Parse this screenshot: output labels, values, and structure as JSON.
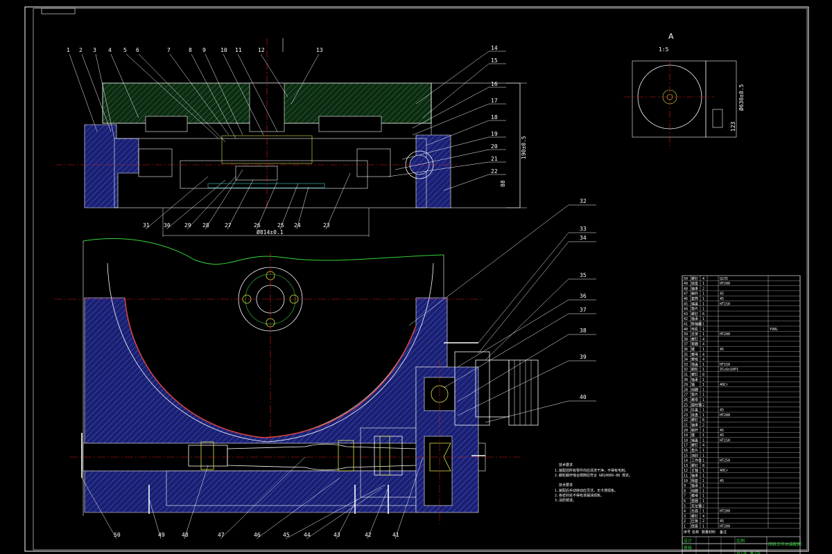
{
  "view_a": {
    "letter": "A",
    "scale": "1:5"
  },
  "dims": {
    "bore": "Ø814±0.1",
    "height": "190±0.5",
    "side": "88",
    "a_dim": "Ø630±0.5",
    "a_side": "123"
  },
  "top_callouts": [
    "1",
    "2",
    "3",
    "4",
    "5",
    "6",
    "7",
    "8",
    "9",
    "10",
    "11",
    "12",
    "13"
  ],
  "right_callouts": [
    "14",
    "15",
    "16",
    "17",
    "18",
    "19",
    "20",
    "21",
    "22"
  ],
  "bottom_callouts_top": [
    "31",
    "30",
    "29",
    "28",
    "27",
    "26",
    "25",
    "24",
    "23"
  ],
  "side_callouts": [
    "32",
    "33",
    "34",
    "35",
    "36",
    "37",
    "38",
    "39",
    "40"
  ],
  "bottom_callouts": [
    "50",
    "49",
    "48",
    "47",
    "46",
    "45",
    "44",
    "43",
    "42",
    "41"
  ],
  "notes": {
    "title1": "技术要求",
    "lines1": [
      "1.装配前所有零件均应清洗干净，不得有毛刺。",
      "2.蜗轮蜗杆啮合侧隙应符合 GB10089-88 规定。"
    ],
    "title2": "技术要求",
    "lines2": [
      "1.装配后手动转动应灵活，无卡滞现象。",
      "2.各密封处不得有渗漏油现象。",
      "3.涂防锈漆。"
    ]
  },
  "bom": {
    "rows": [
      [
        "50",
        "螺钉",
        "4",
        "Q235",
        ""
      ],
      [
        "49",
        "底座",
        "1",
        "HT200",
        ""
      ],
      [
        "48",
        "轴承",
        "2",
        "",
        ""
      ],
      [
        "47",
        "蜗杆",
        "1",
        "45",
        ""
      ],
      [
        "46",
        "套筒",
        "1",
        "45",
        ""
      ],
      [
        "45",
        "端盖",
        "1",
        "HT150",
        ""
      ],
      [
        "44",
        "垫片",
        "1",
        "",
        ""
      ],
      [
        "43",
        "螺钉",
        "6",
        "",
        ""
      ],
      [
        "42",
        "轴承",
        "1",
        "",
        ""
      ],
      [
        "41",
        "联轴器",
        "1",
        "",
        ""
      ],
      [
        "40",
        "电机",
        "1",
        "",
        "Y90L"
      ],
      [
        "39",
        "支架",
        "1",
        "HT200",
        ""
      ],
      [
        "38",
        "螺钉",
        "4",
        "",
        ""
      ],
      [
        "37",
        "垫圈",
        "4",
        "",
        ""
      ],
      [
        "36",
        "键",
        "1",
        "45",
        ""
      ],
      [
        "35",
        "螺母",
        "4",
        "",
        ""
      ],
      [
        "34",
        "螺栓",
        "4",
        "",
        ""
      ],
      [
        "33",
        "端盖",
        "1",
        "HT150",
        ""
      ],
      [
        "32",
        "蜗轮",
        "1",
        "ZCuSn10P1",
        ""
      ],
      [
        "31",
        "螺钉",
        "8",
        "",
        ""
      ],
      [
        "30",
        "轴承",
        "1",
        "",
        ""
      ],
      [
        "29",
        "轴",
        "1",
        "40Cr",
        ""
      ],
      [
        "28",
        "挡圈",
        "1",
        "",
        ""
      ],
      [
        "27",
        "垫片",
        "1",
        "",
        ""
      ],
      [
        "26",
        "螺母",
        "1",
        "",
        ""
      ],
      [
        "25",
        "圆柱销",
        "2",
        "",
        ""
      ],
      [
        "24",
        "压盖",
        "1",
        "45",
        ""
      ],
      [
        "23",
        "底盘",
        "1",
        "HT200",
        ""
      ],
      [
        "22",
        "螺钉",
        "6",
        "",
        ""
      ],
      [
        "21",
        "轴承",
        "2",
        "",
        ""
      ],
      [
        "20",
        "蜗杆",
        "1",
        "45",
        ""
      ],
      [
        "19",
        "键",
        "1",
        "45",
        ""
      ],
      [
        "18",
        "端盖",
        "1",
        "HT150",
        ""
      ],
      [
        "17",
        "螺钉",
        "4",
        "",
        ""
      ],
      [
        "16",
        "垫片",
        "1",
        "",
        ""
      ],
      [
        "15",
        "油封",
        "1",
        "",
        ""
      ],
      [
        "14",
        "工作台",
        "1",
        "HT250",
        ""
      ],
      [
        "13",
        "螺钉",
        "8",
        "",
        ""
      ],
      [
        "12",
        "主轴",
        "1",
        "40Cr",
        ""
      ],
      [
        "11",
        "轴承",
        "1",
        "",
        ""
      ],
      [
        "10",
        "隔套",
        "1",
        "45",
        ""
      ],
      [
        "9",
        "轴承",
        "1",
        "",
        ""
      ],
      [
        "8",
        "挡圈",
        "1",
        "",
        ""
      ],
      [
        "7",
        "螺母",
        "1",
        "",
        ""
      ],
      [
        "6",
        "垫圈",
        "1",
        "",
        ""
      ],
      [
        "5",
        "定位销",
        "2",
        "",
        ""
      ],
      [
        "4",
        "台面",
        "1",
        "HT200",
        ""
      ],
      [
        "3",
        "螺钉",
        "4",
        "",
        ""
      ],
      [
        "2",
        "压板",
        "2",
        "45",
        ""
      ],
      [
        "1",
        "底座",
        "1",
        "HT200",
        ""
      ]
    ],
    "header": [
      "序号",
      "名称",
      "数量",
      "材料",
      "备注"
    ],
    "title_block": {
      "title": "回转工作台装配图",
      "drawn": "设计",
      "check": "审核",
      "scale_lbl": "比例",
      "sheet": "共1张 第1张"
    }
  },
  "colors": {
    "frame": "#ffffff",
    "hatch": "#3b47c9",
    "hatch_green": "#2f8a3a",
    "center": "#e01e1e",
    "dim": "#ffffff",
    "yellow": "#e8e84a",
    "green": "#37d63b",
    "cyan": "#3fd0d0"
  }
}
